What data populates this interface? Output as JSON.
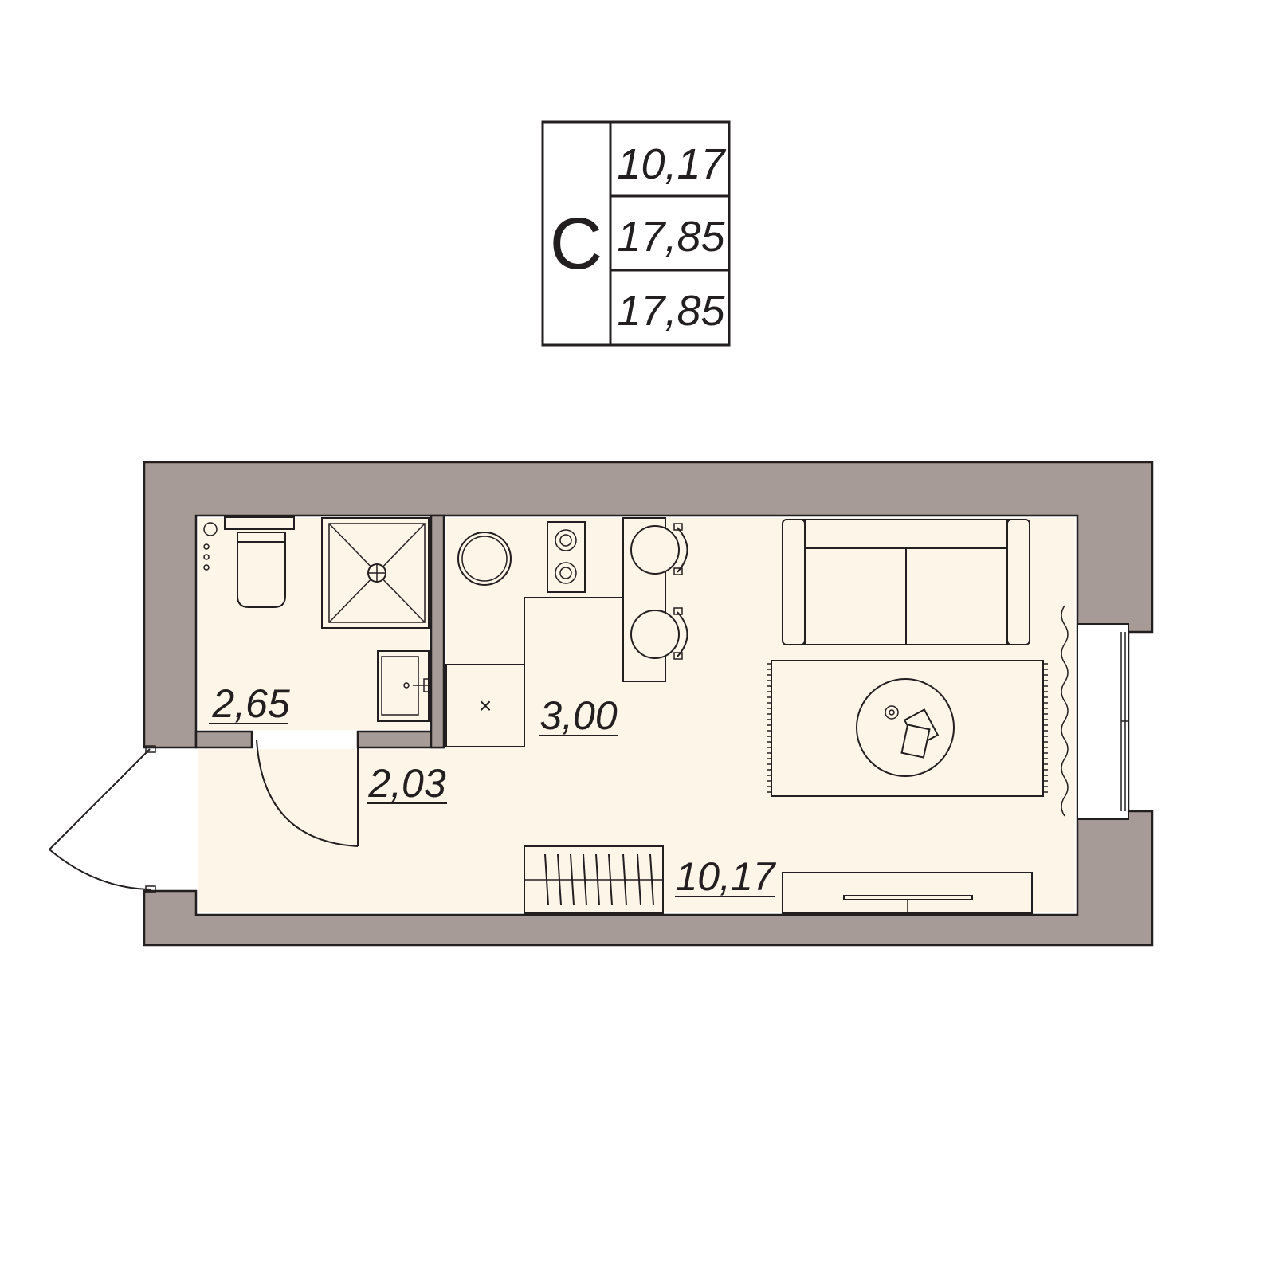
{
  "legend": {
    "type_letter": "С",
    "living_area": "10,17",
    "total_area": "17,85",
    "total_area_with_balcony": "17,85"
  },
  "rooms": {
    "bathroom": "2,65",
    "hallway": "2,03",
    "kitchen": "3,00",
    "living_room": "10,17"
  },
  "colors": {
    "wall": "#a69b96",
    "floor": "#fdf5e8",
    "line": "#231f20"
  }
}
